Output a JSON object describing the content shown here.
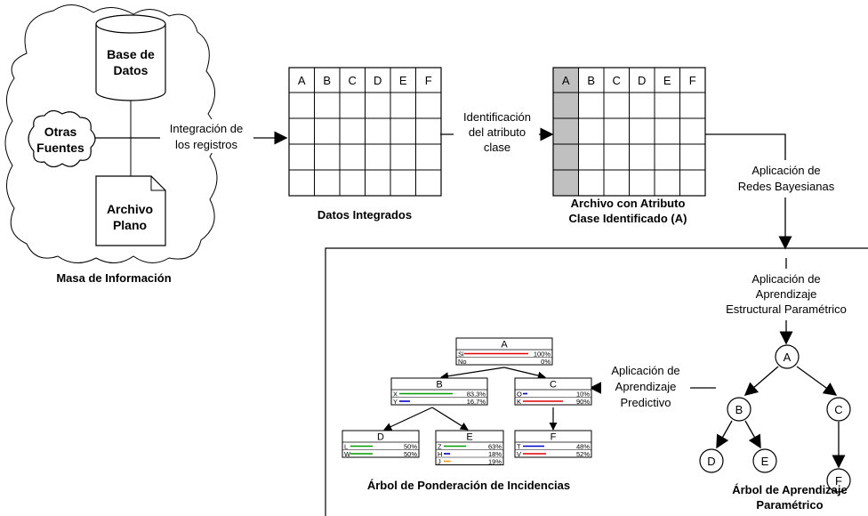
{
  "cloud": {
    "database": [
      "Base de",
      "Datos"
    ],
    "other_sources": [
      "Otras",
      "Fuentes"
    ],
    "flat_file": [
      "Archivo",
      "Plano"
    ],
    "caption": "Masa de Información"
  },
  "steps": {
    "integration": [
      "Integración de",
      "los registros"
    ],
    "identification": [
      "Identificación",
      "del atributo",
      "clase"
    ],
    "bayesian": [
      "Aplicación de",
      "Redes Bayesianas"
    ],
    "structural": [
      "Aplicación de",
      "Aprendizaje",
      "Estructural Paramétrico"
    ],
    "predictive": [
      "Aplicación de",
      "Aprendizaje",
      "Predictivo"
    ]
  },
  "integrated_table": {
    "headers": [
      "A",
      "B",
      "C",
      "D",
      "E",
      "F"
    ],
    "caption": "Datos Integrados"
  },
  "class_table": {
    "headers": [
      "A",
      "B",
      "C",
      "D",
      "E",
      "F"
    ],
    "highlight_column": "A",
    "highlight_color": "#c0c0c0",
    "caption": [
      "Archivo con Atributo",
      "Clase Identificado (A)"
    ]
  },
  "weighting_tree": {
    "caption": "Árbol de Ponderación de Incidencias",
    "nodes": [
      {
        "name": "A",
        "states": [
          {
            "label": "Si",
            "pct": "100%",
            "color": "#e00000"
          },
          {
            "label": "No",
            "pct": "0%",
            "color": "#e00000"
          }
        ]
      },
      {
        "name": "B",
        "states": [
          {
            "label": "X",
            "pct": "83,3%",
            "color": "#009900"
          },
          {
            "label": "Y",
            "pct": "16,7%",
            "color": "#0000cc"
          }
        ]
      },
      {
        "name": "C",
        "states": [
          {
            "label": "O",
            "pct": "10%",
            "color": "#0000cc"
          },
          {
            "label": "K",
            "pct": "90%",
            "color": "#e00000"
          }
        ]
      },
      {
        "name": "D",
        "states": [
          {
            "label": "L",
            "pct": "50%",
            "color": "#009900"
          },
          {
            "label": "W",
            "pct": "50%",
            "color": "#009900"
          }
        ]
      },
      {
        "name": "E",
        "states": [
          {
            "label": "Z",
            "pct": "63%",
            "color": "#009900"
          },
          {
            "label": "H",
            "pct": "18%",
            "color": "#0000cc"
          },
          {
            "label": "J",
            "pct": "19%",
            "color": "#ff9900"
          }
        ]
      },
      {
        "name": "F",
        "states": [
          {
            "label": "T",
            "pct": "48%",
            "color": "#0000cc"
          },
          {
            "label": "V",
            "pct": "52%",
            "color": "#e00000"
          }
        ]
      }
    ]
  },
  "parametric_tree": {
    "caption": [
      "Árbol de Aprendizaje",
      "Paramétrico"
    ],
    "nodes": [
      "A",
      "B",
      "C",
      "D",
      "E",
      "F"
    ]
  }
}
